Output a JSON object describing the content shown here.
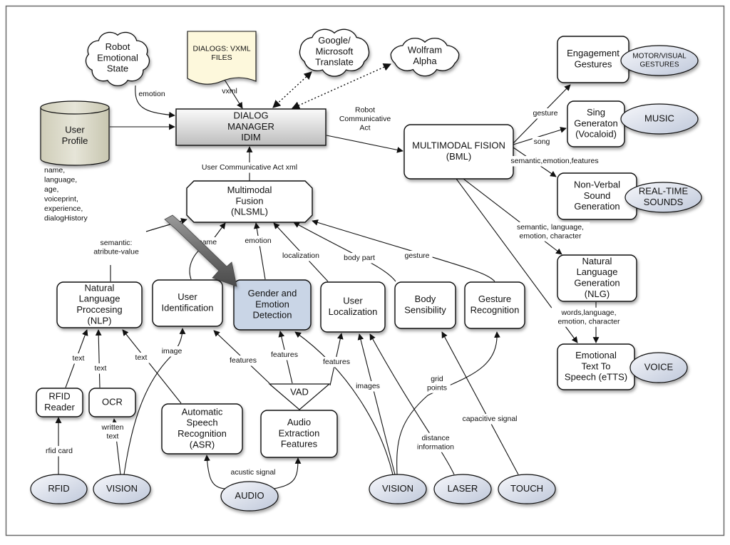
{
  "diagram": {
    "nodes": {
      "robot_emotional_state": {
        "lines": [
          "Robot",
          "Emotional",
          "State"
        ],
        "shape": "cloud"
      },
      "dialogs_vxml": {
        "lines": [
          "DIALOGS: VXML",
          "FILES"
        ],
        "shape": "document"
      },
      "google_translate": {
        "lines": [
          "Google/",
          "Microsoft",
          "Translate"
        ],
        "shape": "cloud"
      },
      "wolfram_alpha": {
        "lines": [
          "Wolfram",
          "Alpha"
        ],
        "shape": "cloud"
      },
      "user_profile": {
        "lines": [
          "User",
          "Profile"
        ],
        "shape": "database"
      },
      "user_profile_fields": {
        "lines": [
          "name,",
          "language,",
          "age,",
          "voiceprint,",
          "experience,",
          "dialogHistory"
        ]
      },
      "dialog_manager": {
        "lines": [
          "DIALOG",
          "MANAGER",
          "IDIM"
        ],
        "shape": "box"
      },
      "multimodal_fusion": {
        "lines": [
          "Multimodal",
          "Fusion",
          "(NLSML)"
        ],
        "shape": "octagon"
      },
      "multimodal_fision": {
        "lines": [
          "MULTIMODAL FISION",
          "(BML)"
        ],
        "shape": "rounded"
      },
      "engagement_gestures": {
        "lines": [
          "Engagement",
          "Gestures"
        ],
        "shape": "rounded"
      },
      "sing_generator": {
        "lines": [
          "Sing",
          "Generaton",
          "(Vocaloid)"
        ],
        "shape": "rounded"
      },
      "non_verbal_sound": {
        "lines": [
          "Non-Verbal",
          "Sound",
          "Generation"
        ],
        "shape": "rounded"
      },
      "nlg": {
        "lines": [
          "Natural",
          "Language",
          "Generation",
          "(NLG)"
        ],
        "shape": "rounded"
      },
      "etts": {
        "lines": [
          "Emotional",
          "Text To",
          "Speech (eTTS)"
        ],
        "shape": "rounded"
      },
      "nlp": {
        "lines": [
          "Natural",
          "Language",
          "Proccesing",
          "(NLP)"
        ],
        "shape": "rounded"
      },
      "user_identification": {
        "lines": [
          "User",
          "Identification"
        ],
        "shape": "rounded"
      },
      "gender_emotion": {
        "lines": [
          "Gender and",
          "Emotion",
          "Detection"
        ],
        "shape": "rounded",
        "highlighted": true
      },
      "user_localization": {
        "lines": [
          "User",
          "Localization"
        ],
        "shape": "rounded"
      },
      "body_sensibility": {
        "lines": [
          "Body",
          "Sensibility"
        ],
        "shape": "rounded"
      },
      "gesture_recognition": {
        "lines": [
          "Gesture",
          "Recognition"
        ],
        "shape": "rounded"
      },
      "rfid_reader": {
        "lines": [
          "RFID",
          "Reader"
        ],
        "shape": "rounded"
      },
      "ocr": {
        "lines": [
          "OCR"
        ],
        "shape": "rounded"
      },
      "asr": {
        "lines": [
          "Automatic",
          "Speech",
          "Recognition",
          "(ASR)"
        ],
        "shape": "rounded"
      },
      "vad": {
        "lines": [
          "VAD"
        ],
        "shape": "triangle"
      },
      "audio_extraction": {
        "lines": [
          "Audio",
          "Extraction",
          "Features"
        ],
        "shape": "rounded"
      },
      "out_motor": {
        "lines": [
          "MOTOR/VISUAL",
          "GESTURES"
        ],
        "shape": "ellipse"
      },
      "out_music": {
        "lines": [
          "MUSIC"
        ],
        "shape": "ellipse"
      },
      "out_sounds": {
        "lines": [
          "REAL-TIME",
          "SOUNDS"
        ],
        "shape": "ellipse"
      },
      "out_voice": {
        "lines": [
          "VOICE"
        ],
        "shape": "ellipse"
      },
      "in_rfid": {
        "lines": [
          "RFID"
        ],
        "shape": "ellipse"
      },
      "in_vision_left": {
        "lines": [
          "VISION"
        ],
        "shape": "ellipse"
      },
      "in_audio": {
        "lines": [
          "AUDIO"
        ],
        "shape": "ellipse"
      },
      "in_vision_right": {
        "lines": [
          "VISION"
        ],
        "shape": "ellipse"
      },
      "in_laser": {
        "lines": [
          "LASER"
        ],
        "shape": "ellipse"
      },
      "in_touch": {
        "lines": [
          "TOUCH"
        ],
        "shape": "ellipse"
      }
    },
    "edges": [
      {
        "from": "robot_emotional_state",
        "to": "dialog_manager",
        "label": "emotion"
      },
      {
        "from": "dialogs_vxml",
        "to": "dialog_manager",
        "label": "vxml"
      },
      {
        "from": "google_translate",
        "to": "dialog_manager",
        "label": "",
        "style": "dotted",
        "bidirectional": true
      },
      {
        "from": "wolfram_alpha",
        "to": "dialog_manager",
        "label": "",
        "style": "dotted",
        "bidirectional": true
      },
      {
        "from": "user_profile",
        "to": "dialog_manager",
        "label": ""
      },
      {
        "from": "multimodal_fusion",
        "to": "dialog_manager",
        "label": "User Communicative Act xml"
      },
      {
        "from": "dialog_manager",
        "to": "multimodal_fision",
        "label": "Robot Communicative Act"
      },
      {
        "from": "multimodal_fision",
        "to": "engagement_gestures",
        "label": "gesture"
      },
      {
        "from": "multimodal_fision",
        "to": "sing_generator",
        "label": "song"
      },
      {
        "from": "multimodal_fision",
        "to": "non_verbal_sound",
        "label": "semantic,emotion,features"
      },
      {
        "from": "multimodal_fision",
        "to": "nlg",
        "label": "semantic, language, emotion, character"
      },
      {
        "from": "multimodal_fision",
        "to": "etts",
        "label": "words,language, emotion, character"
      },
      {
        "from": "nlg",
        "to": "etts",
        "label": ""
      },
      {
        "from": "nlp",
        "to": "multimodal_fusion",
        "label": "semantic: atribute-value"
      },
      {
        "from": "user_identification",
        "to": "multimodal_fusion",
        "label": "name"
      },
      {
        "from": "gender_emotion",
        "to": "multimodal_fusion",
        "label": "emotion"
      },
      {
        "from": "user_localization",
        "to": "multimodal_fusion",
        "label": "localization"
      },
      {
        "from": "body_sensibility",
        "to": "multimodal_fusion",
        "label": "body part"
      },
      {
        "from": "gesture_recognition",
        "to": "multimodal_fusion",
        "label": "gesture"
      },
      {
        "from": "rfid_reader",
        "to": "nlp",
        "label": "text"
      },
      {
        "from": "ocr",
        "to": "nlp",
        "label": "text"
      },
      {
        "from": "asr",
        "to": "nlp",
        "label": "text"
      },
      {
        "from": "in_vision_left",
        "to": "user_identification",
        "label": "image"
      },
      {
        "from": "audio_extraction",
        "to": "user_identification",
        "label": "features"
      },
      {
        "from": "vad",
        "to": "gender_emotion",
        "label": "features"
      },
      {
        "from": "vad",
        "to": "user_localization",
        "label": "features"
      },
      {
        "from": "in_vision_right",
        "to": "gender_emotion",
        "label": ""
      },
      {
        "from": "in_vision_right",
        "to": "user_localization",
        "label": "images"
      },
      {
        "from": "in_laser",
        "to": "user_localization",
        "label": "distance information"
      },
      {
        "from": "in_touch",
        "to": "body_sensibility",
        "label": "capacitive signal"
      },
      {
        "from": "in_vision_right",
        "to": "gesture_recognition",
        "label": "grid points"
      },
      {
        "from": "in_rfid",
        "to": "rfid_reader",
        "label": "rfid card"
      },
      {
        "from": "in_vision_left",
        "to": "ocr",
        "label": "written text"
      },
      {
        "from": "in_audio",
        "to": "asr",
        "label": "acustic signal"
      },
      {
        "from": "in_audio",
        "to": "audio_extraction",
        "label": ""
      }
    ],
    "colors": {
      "highlight_fill": "#c9d5e6",
      "ellipse_fill_light": "#f3f5fa",
      "ellipse_fill_dark": "#c7cfdf",
      "document_fill": "#fdf8dc",
      "database_fill": "#d9d8c6",
      "dialog_manager_fill_top": "#ffffff",
      "dialog_manager_fill_bottom": "#c4c4c4",
      "pointer_arrow_fill": "#7a7a7a"
    }
  }
}
